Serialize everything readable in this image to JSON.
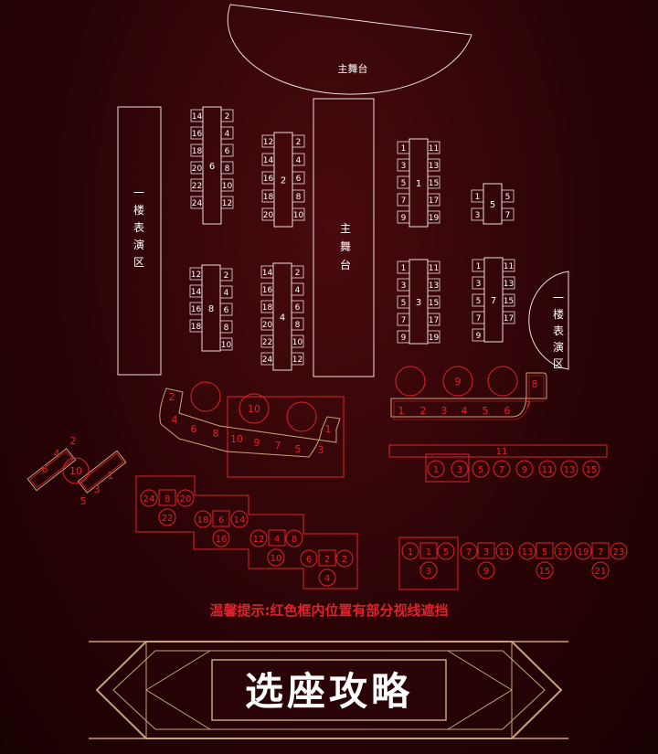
{
  "stage": {
    "main_label": "主舞台",
    "runway_label": "主舞台"
  },
  "first_floor": {
    "left_label": "一楼表演区",
    "right_label": "一楼表演区"
  },
  "notice": "温馨提示:红色框内位置有部分视线遮挡",
  "banner": "选座攻略",
  "tables": {
    "t6": {
      "label": "6",
      "left": [
        "14",
        "16",
        "18",
        "20",
        "22",
        "24"
      ],
      "right": [
        "2",
        "4",
        "6",
        "8",
        "10",
        "12"
      ]
    },
    "t2": {
      "label": "2",
      "left": [
        "12",
        "14",
        "16",
        "18",
        "20"
      ],
      "right": [
        "2",
        "4",
        "6",
        "8",
        "10"
      ]
    },
    "t8": {
      "label": "8",
      "left": [
        "12",
        "14",
        "16",
        "18"
      ],
      "right": [
        "2",
        "4",
        "6",
        "8",
        "10"
      ]
    },
    "t4": {
      "label": "4",
      "left": [
        "14",
        "16",
        "18",
        "20",
        "22",
        "24"
      ],
      "right": [
        "2",
        "4",
        "6",
        "8",
        "10",
        "12"
      ]
    },
    "t1": {
      "label": "1",
      "left": [
        "1",
        "3",
        "5",
        "7",
        "9"
      ],
      "right": [
        "11",
        "13",
        "15",
        "17",
        "19"
      ]
    },
    "t3": {
      "label": "3",
      "left": [
        "1",
        "3",
        "5",
        "7",
        "9"
      ],
      "right": [
        "11",
        "13",
        "15",
        "17",
        "19"
      ]
    },
    "t5": {
      "label": "5",
      "left": [
        "1",
        "3"
      ],
      "right": [
        "5",
        "7"
      ]
    },
    "t7": {
      "label": "7",
      "left": [
        "1",
        "3",
        "5",
        "7",
        "9"
      ],
      "right": [
        "11",
        "13",
        "15",
        "17"
      ]
    }
  },
  "booths": {
    "right_arc_bubble": "9",
    "right_arc_seats": [
      "1",
      "2",
      "3",
      "4",
      "5",
      "6",
      "7",
      "8"
    ],
    "center_bubble": "10",
    "center_seats": [
      "10",
      "9",
      "7",
      "5",
      "3",
      "1"
    ],
    "left_arc_seats": [
      "2",
      "4",
      "6",
      "8"
    ],
    "far_left_top": [
      "4",
      "2",
      "6"
    ],
    "far_left_bubble": "10",
    "far_left_bottom": [
      "1",
      "3",
      "5"
    ]
  },
  "bar_row": {
    "label": "11",
    "circles": [
      "1",
      "3",
      "5",
      "7",
      "9",
      "11",
      "13",
      "15"
    ]
  },
  "stairs": {
    "group1": {
      "top": [
        "24",
        "8",
        "20"
      ],
      "bottom": "22"
    },
    "group2": {
      "top": [
        "18",
        "6",
        "14"
      ],
      "bottom": "16"
    },
    "group3": {
      "top": [
        "12",
        "4",
        "8"
      ],
      "bottom": "10"
    },
    "group4": {
      "top": [
        "6",
        "2",
        "2"
      ],
      "bottom": "4"
    }
  },
  "back_row": {
    "g1": {
      "top": [
        "1",
        "1",
        "5"
      ],
      "bottom": "3"
    },
    "g2": {
      "top": [
        "7",
        "3",
        "11"
      ],
      "bottom": "9"
    },
    "g3": {
      "top": [
        "13",
        "5",
        "17"
      ],
      "bottom": "15"
    },
    "g4": {
      "top": [
        "19",
        "7",
        "23"
      ],
      "bottom": "21"
    }
  },
  "colors": {
    "white_line": "#e9dede",
    "red": "#e0222a",
    "gold": "#c9a27a",
    "bg": "#2a0306"
  }
}
